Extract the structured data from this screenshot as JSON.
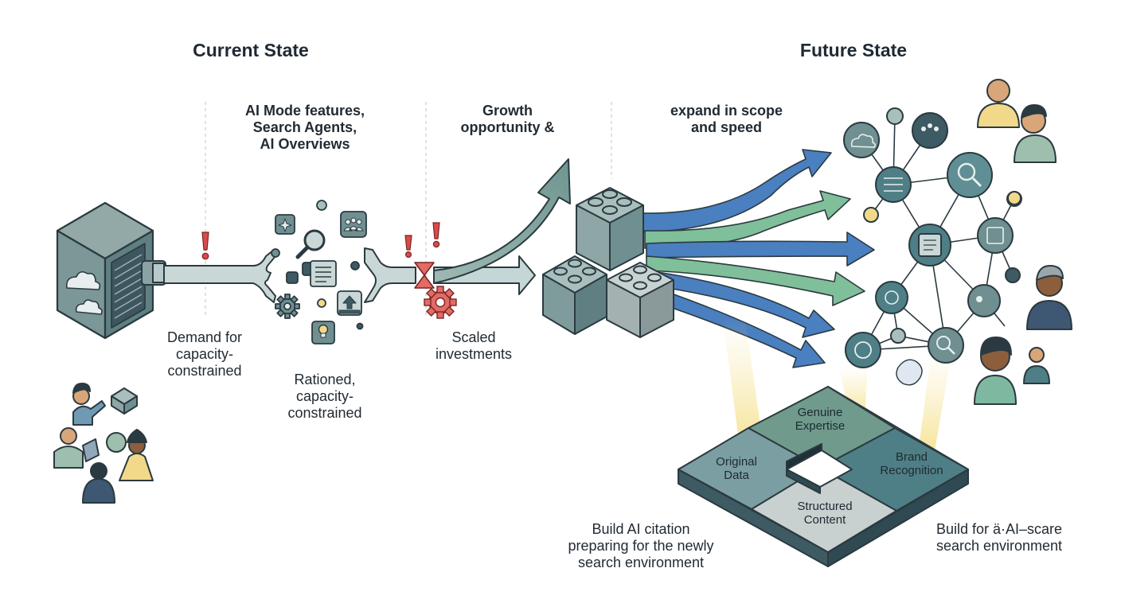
{
  "headers": {
    "current": "Current State",
    "future": "Future State"
  },
  "labels": {
    "ai_features": [
      "AI Mode features,",
      "Search Agents,",
      "AI Overviews"
    ],
    "growth": [
      "Growth",
      "opportunity &"
    ],
    "expand": [
      "expand in scope",
      "and speed"
    ],
    "demand": [
      "Demand for",
      "capacity-",
      "constrained"
    ],
    "rationed": [
      "Rationed,",
      "capacity-",
      "constrained"
    ],
    "scaled": [
      "Scaled",
      "investments"
    ],
    "build_left": [
      "Build AI citation",
      "preparing for the newly",
      "search environment"
    ],
    "build_right": [
      "Build for ä·AI–scare",
      "search environment"
    ]
  },
  "puzzle": {
    "genuine": [
      "Genuine",
      "Expertise"
    ],
    "original": [
      "Original",
      "Data"
    ],
    "brand": [
      "Brand",
      "Recognition"
    ],
    "structured": [
      "Structured",
      "Content"
    ]
  },
  "colors": {
    "slate": "#6f8f91",
    "slate_dark": "#3e5a63",
    "teal": "#4f7f86",
    "green": "#7fbf9a",
    "blue": "#4a7fc0",
    "alert": "#d94b4b",
    "yellow": "#f2d98a",
    "navy": "#3e5873"
  },
  "icons": [
    "server-icon",
    "cloud-icon",
    "gear-icon",
    "search-icon",
    "lightbulb-icon",
    "sparkle-icon",
    "document-icon",
    "people-icon",
    "hourglass-icon",
    "lego-block-icon",
    "network-node-icon",
    "person-icon",
    "exclamation-icon"
  ]
}
